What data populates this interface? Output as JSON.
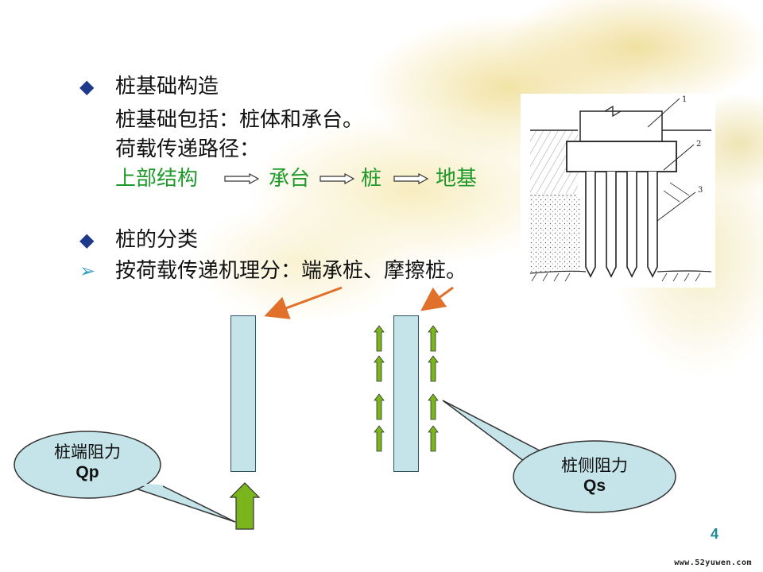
{
  "slide": {
    "heading1": "桩基础构造",
    "line_composition": "桩基础包括：桩体和承台。",
    "line_path_label": "荷载传递路径：",
    "flow": [
      "上部结构",
      "承台",
      "桩",
      "地基"
    ],
    "heading2": "桩的分类",
    "line_classification": "按荷载传递机理分：端承桩、摩擦桩。"
  },
  "diagram": {
    "labels": [
      "1",
      "2",
      "3"
    ]
  },
  "callouts": {
    "left": {
      "name": "桩端阻力",
      "symbol": "Qp"
    },
    "right": {
      "name": "桩侧阻力",
      "symbol": "Qs"
    }
  },
  "colors": {
    "text": "#111111",
    "bullet": "#1d3a8a",
    "flow": "#1f9a2a",
    "pile_fill": "#c5e4ea",
    "callout_fill": "#c5e4ea",
    "orange_arrow": "#e0702a",
    "green_arrow": "#7ab51d"
  },
  "icons": {
    "bullet1": "diamond-bullet-icon",
    "bullet2": "diamond-bullet-icon",
    "bullet3": "chevron-bullet-icon"
  },
  "footer": {
    "page_number": "4",
    "watermark": "www.52yuwen.com"
  }
}
